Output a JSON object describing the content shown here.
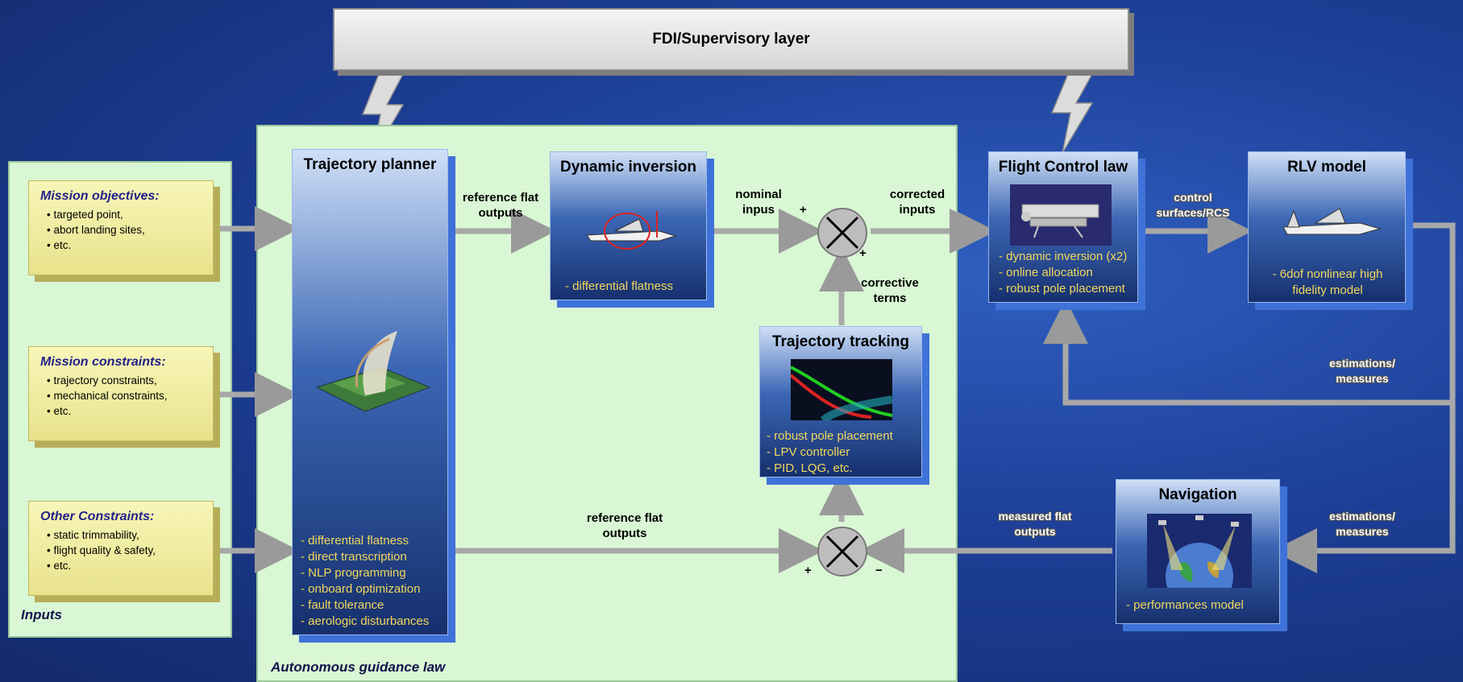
{
  "header": {
    "title": "FDI/Supervisory layer"
  },
  "inputs_panel": {
    "label": "Inputs",
    "mission_objectives": {
      "title": "Mission objectives:",
      "items": [
        "• targeted point,",
        "• abort landing sites,",
        "• etc."
      ]
    },
    "mission_constraints": {
      "title": "Mission constraints:",
      "items": [
        "• trajectory constraints,",
        "• mechanical constraints,",
        "• etc."
      ]
    },
    "other_constraints": {
      "title": "Other Constraints:",
      "items": [
        "• static trimmability,",
        "• flight quality & safety,",
        "• etc."
      ]
    }
  },
  "guidance_panel": {
    "label": "Autonomous guidance law"
  },
  "trajectory_planner": {
    "title": "Trajectory planner",
    "items": [
      "- differential flatness",
      "- direct transcription",
      "- NLP programming",
      "- onboard optimization",
      "- fault tolerance",
      "- aerologic disturbances"
    ]
  },
  "dynamic_inversion": {
    "title": "Dynamic inversion",
    "items": [
      "- differential flatness"
    ]
  },
  "trajectory_tracking": {
    "title": "Trajectory tracking",
    "items": [
      "- robust pole placement",
      "- LPV controller",
      "- PID, LQG, etc."
    ]
  },
  "flight_control": {
    "title": "Flight Control law",
    "items": [
      "- dynamic inversion (x2)",
      "- online allocation",
      "- robust pole placement"
    ]
  },
  "rlv_model": {
    "title": "RLV model",
    "items": [
      "- 6dof nonlinear high",
      "fidelity model"
    ]
  },
  "navigation": {
    "title": "Navigation",
    "items": [
      "- performances model"
    ]
  },
  "labels": {
    "ref_flat_top": [
      "reference flat",
      "outputs"
    ],
    "nominal": [
      "nominal",
      "inpus"
    ],
    "corrected": [
      "corrected",
      "inputs"
    ],
    "corrective": [
      "corrective",
      "terms"
    ],
    "ref_flat_bottom": [
      "reference flat",
      "outputs"
    ],
    "control_surfaces": [
      "control",
      "surfaces/RCS"
    ],
    "estimations_top": [
      "estimations/",
      "measures"
    ],
    "estimations_bottom": [
      "estimations/",
      "measures"
    ],
    "measured_flat": [
      "measured flat",
      "outputs"
    ]
  },
  "signs": {
    "top_plus_left": "+",
    "top_plus_bottom": "+",
    "bottom_plus": "+",
    "bottom_minus": "−"
  },
  "colors": {
    "panel_bg": "#d9f7d4",
    "block_accent": "#3f72d8",
    "item_text": "#f2d85a",
    "arrow": "#9a9a9a"
  }
}
